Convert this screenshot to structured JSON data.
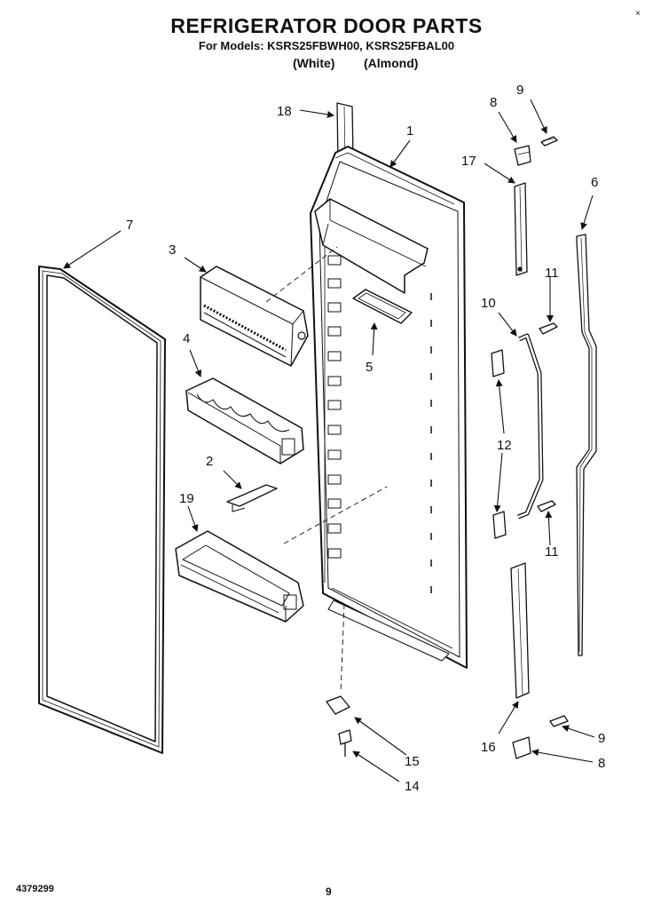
{
  "header": {
    "title": "REFRIGERATOR DOOR PARTS",
    "models": "For Models: KSRS25FBWH00, KSRS25FBAL00",
    "color_white": "(White)",
    "color_almond": "(Almond)"
  },
  "footer": {
    "doc_number": "4379299",
    "page_number": "9",
    "corner_mark": "×"
  },
  "callouts": {
    "c1": "1",
    "c2": "2",
    "c3": "3",
    "c4": "4",
    "c5": "5",
    "c6": "6",
    "c7": "7",
    "c8a": "8",
    "c8b": "8",
    "c9a": "9",
    "c9b": "9",
    "c10": "10",
    "c11a": "11",
    "c11b": "11",
    "c12": "12",
    "c14": "14",
    "c15": "15",
    "c16": "16",
    "c17": "17",
    "c18": "18",
    "c19": "19"
  }
}
